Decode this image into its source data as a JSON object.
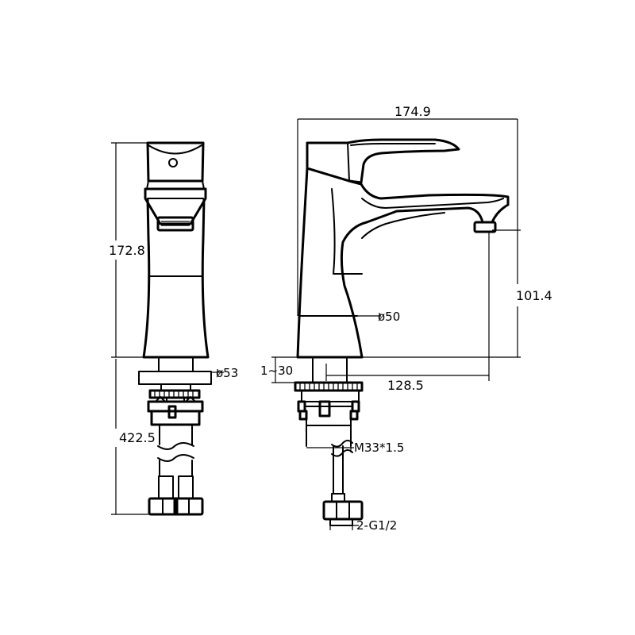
{
  "dimensions": {
    "overall_width": "174.9",
    "body_height": "172.8",
    "spout_height": "101.4",
    "spout_reach": "128.5",
    "base_diameter_front": "ø53",
    "base_diameter_side": "ø50",
    "counter_thickness": "1~30",
    "hose_length": "422.5",
    "mount_thread": "M33*1.5",
    "supply_thread": "2-G1/2"
  }
}
